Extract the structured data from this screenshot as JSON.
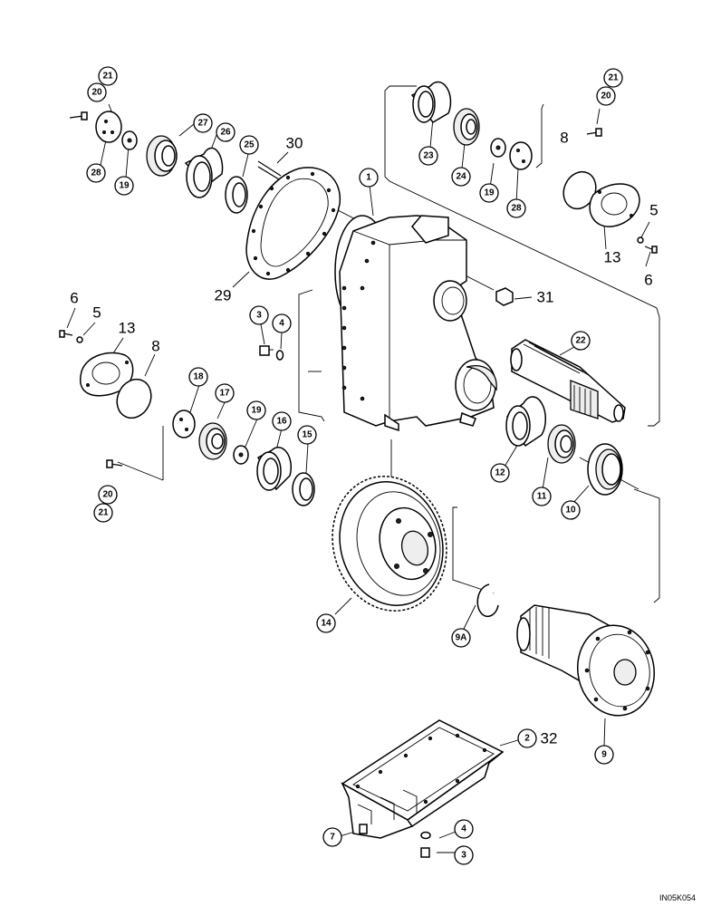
{
  "diagram": {
    "code": "IN05K054",
    "callouts": [
      {
        "label": "21"
      },
      {
        "label": "20"
      },
      {
        "label": "28"
      },
      {
        "label": "19"
      },
      {
        "label": "27"
      },
      {
        "label": "26"
      },
      {
        "label": "25"
      },
      {
        "label": "23"
      },
      {
        "label": "24"
      },
      {
        "label": "19"
      },
      {
        "label": "28"
      },
      {
        "label": "21"
      },
      {
        "label": "20"
      },
      {
        "label": "1"
      },
      {
        "label": "3"
      },
      {
        "label": "4"
      },
      {
        "label": "22"
      },
      {
        "label": "18"
      },
      {
        "label": "17"
      },
      {
        "label": "19"
      },
      {
        "label": "16"
      },
      {
        "label": "15"
      },
      {
        "label": "12"
      },
      {
        "label": "11"
      },
      {
        "label": "10"
      },
      {
        "label": "20"
      },
      {
        "label": "21"
      },
      {
        "label": "14"
      },
      {
        "label": "9A"
      },
      {
        "label": "9"
      },
      {
        "label": "2"
      },
      {
        "label": "7"
      },
      {
        "label": "4"
      },
      {
        "label": "3"
      }
    ],
    "plain_labels": [
      {
        "label": "30"
      },
      {
        "label": "8"
      },
      {
        "label": "5"
      },
      {
        "label": "13"
      },
      {
        "label": "6"
      },
      {
        "label": "29"
      },
      {
        "label": "31"
      },
      {
        "label": "6"
      },
      {
        "label": "5"
      },
      {
        "label": "13"
      },
      {
        "label": "8"
      },
      {
        "label": "32"
      }
    ]
  }
}
